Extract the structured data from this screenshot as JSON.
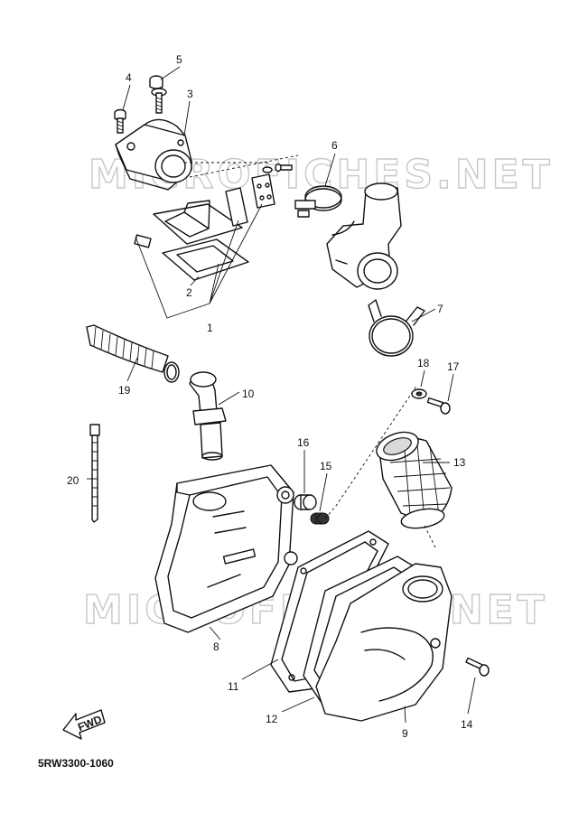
{
  "watermarks": [
    "MICROFICHES.NET",
    "MICROFICHES.NET"
  ],
  "diagram_code": "5RW3300-1060",
  "fwd_label": "FWD",
  "callouts": [
    "1",
    "2",
    "3",
    "4",
    "5",
    "6",
    "7",
    "8",
    "9",
    "10",
    "11",
    "12",
    "13",
    "14",
    "15",
    "16",
    "17",
    "18",
    "19",
    "20"
  ]
}
